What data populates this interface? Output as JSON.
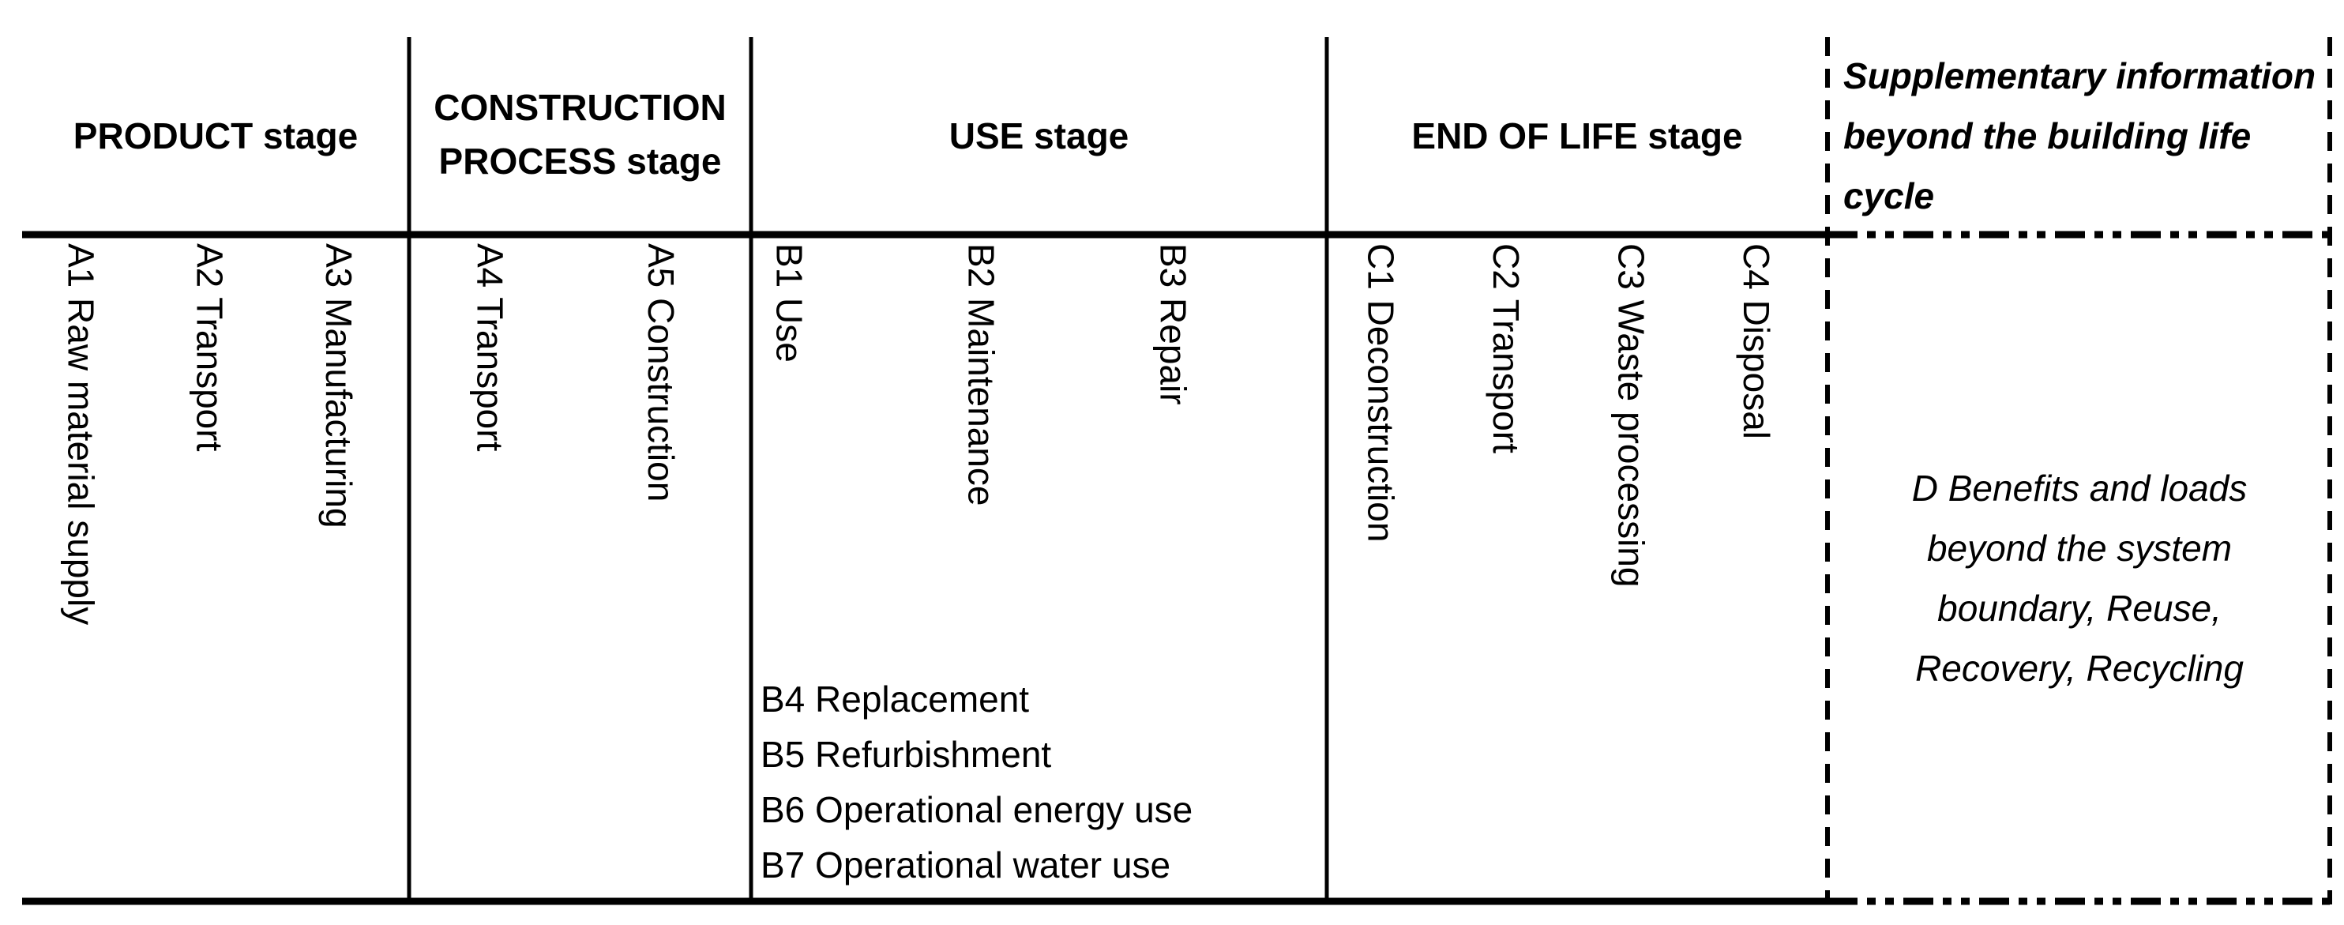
{
  "diagram": {
    "stages": [
      {
        "header_lines": [
          "PRODUCT stage"
        ],
        "modules": [
          "A1 Raw material supply",
          "A2 Transport",
          "A3 Manufacturing"
        ]
      },
      {
        "header_lines": [
          "CONSTRUCTION",
          "PROCESS stage"
        ],
        "modules": [
          "A4 Transport",
          "A5 Construction"
        ]
      },
      {
        "header_lines": [
          "USE stage"
        ],
        "modules": [
          "B1 Use",
          "B2 Maintenance",
          "B3 Repair"
        ],
        "extra_modules": [
          "B4 Replacement",
          "B5 Refurbishment",
          "B6 Operational energy use",
          "B7 Operational water use"
        ]
      },
      {
        "header_lines": [
          "END OF LIFE stage"
        ],
        "modules": [
          "C1 Deconstruction",
          "C2 Transport",
          "C3 Waste processing",
          "C4 Disposal"
        ]
      }
    ],
    "supplementary": {
      "header_lines": [
        "Supplementary",
        "information beyond the",
        "building life cycle"
      ],
      "body_lines": [
        "D Benefits and loads",
        "beyond the system",
        "boundary, Reuse,",
        "Recovery, Recycling"
      ]
    },
    "colors": {
      "line": "#000000",
      "background": "#ffffff",
      "text": "#000000"
    }
  }
}
